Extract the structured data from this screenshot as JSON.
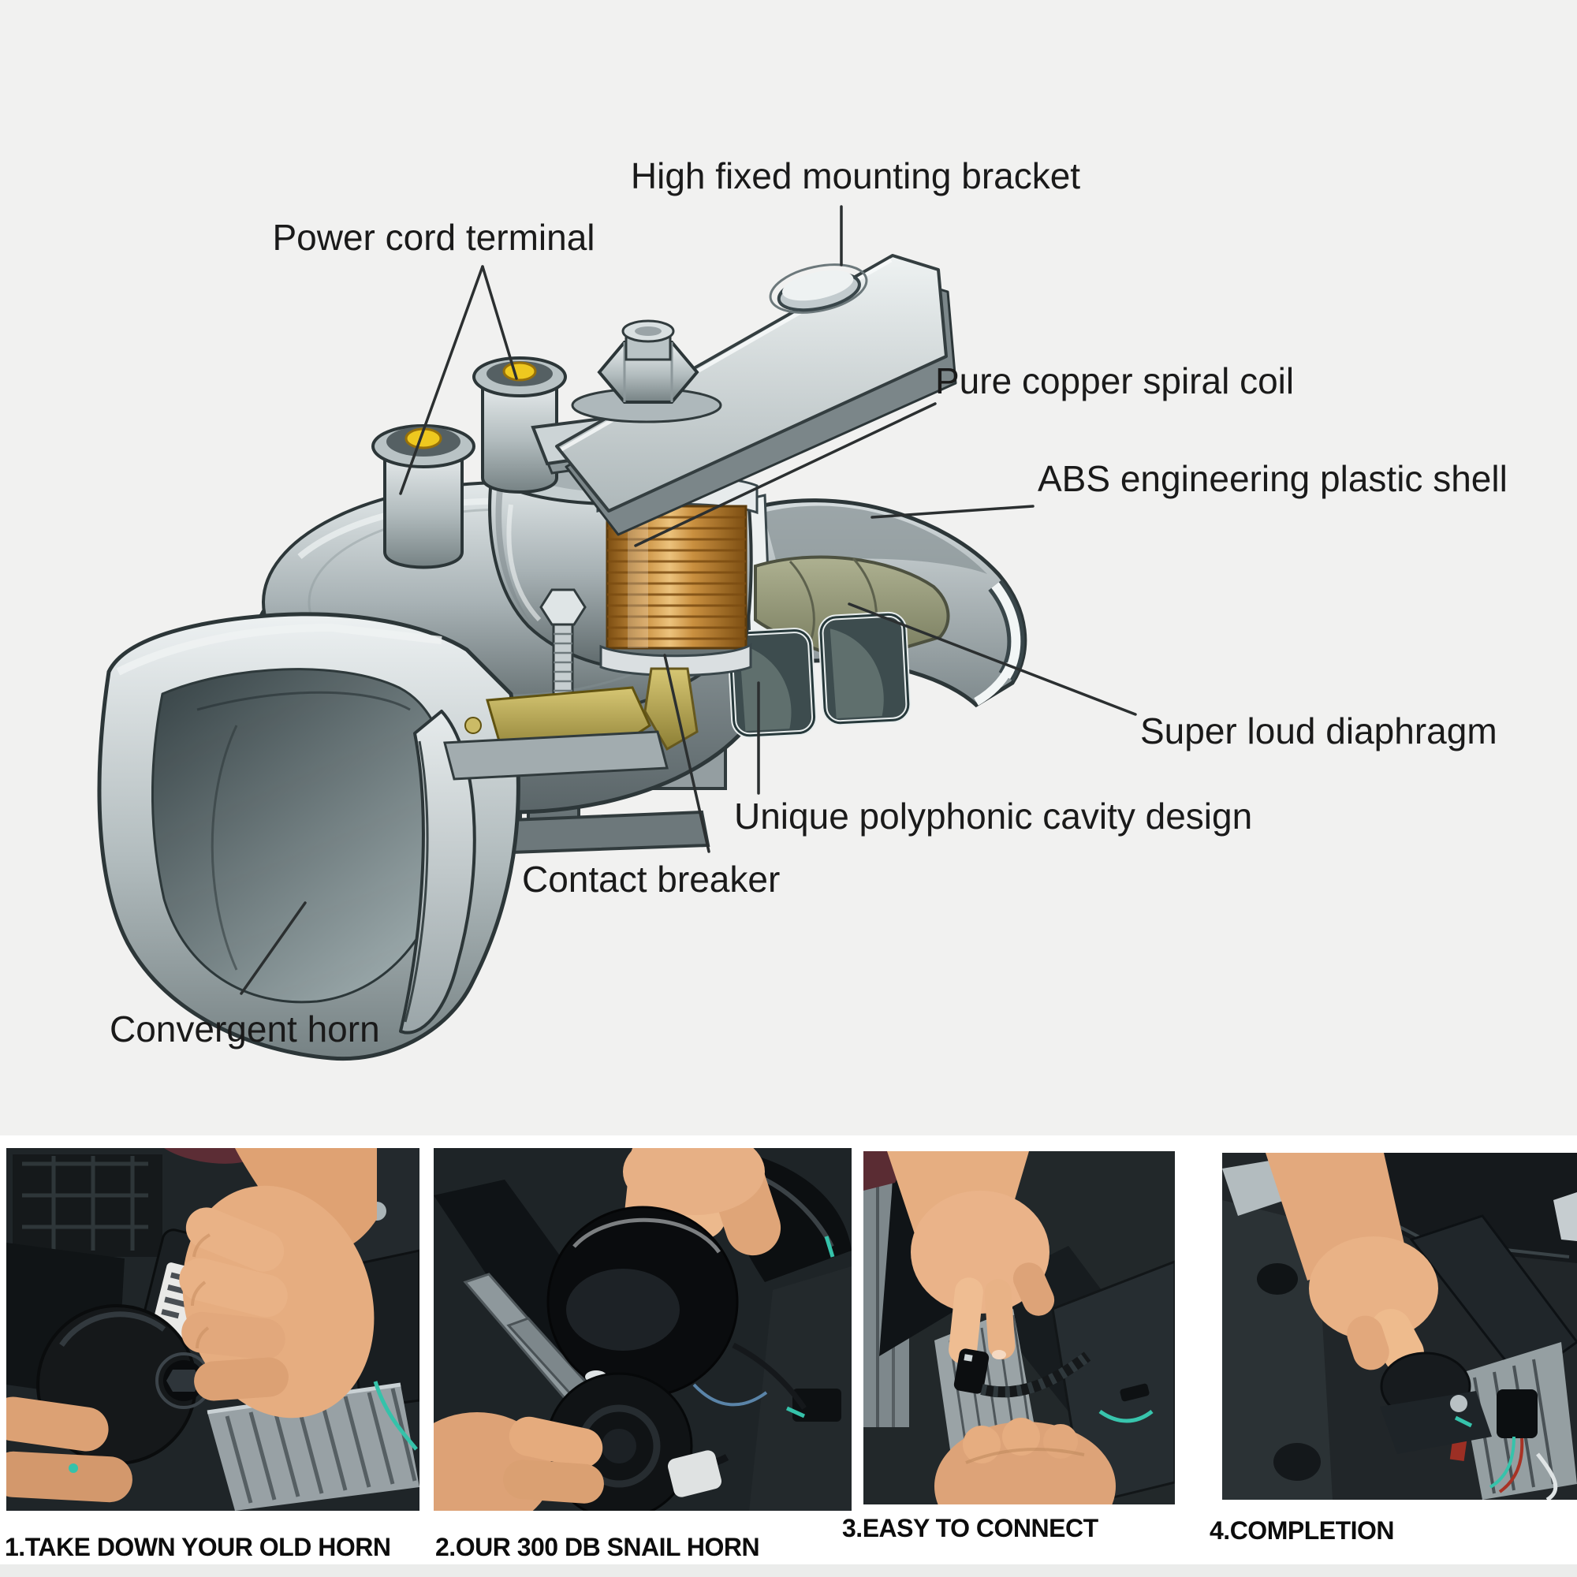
{
  "diagram": {
    "labels": [
      {
        "id": "high-fixed-mounting-bracket",
        "text": "High fixed mounting bracket"
      },
      {
        "id": "power-cord-terminal",
        "text": "Power cord terminal"
      },
      {
        "id": "pure-copper-spiral-coil",
        "text": "Pure copper spiral coil"
      },
      {
        "id": "abs-engineering-plastic-shell",
        "text": "ABS engineering plastic shell"
      },
      {
        "id": "super-loud-diaphragm",
        "text": "Super loud diaphragm"
      },
      {
        "id": "unique-polyphonic-cavity-design",
        "text": "Unique polyphonic cavity design"
      },
      {
        "id": "contact-breaker",
        "text": "Contact breaker"
      },
      {
        "id": "convergent-horn",
        "text": "Convergent horn"
      }
    ],
    "palette": {
      "background": "#f1f1f0",
      "label_text": "#1a1a1a",
      "leader_line": "#2b2f30",
      "metal_light": "#e3e9ea",
      "metal_dark": "#5c6769",
      "copper_coil": "#c5893a",
      "terminal_yellow": "#eec81f",
      "diaphragm_olive": "#8f927a",
      "brass": "#b5a964"
    }
  },
  "steps": {
    "captions": [
      "1.TAKE DOWN YOUR OLD HORN",
      "2.OUR 300 DB SNAIL HORN",
      "3.EASY TO CONNECT",
      "4.COMPLETION"
    ],
    "caption_color": "#0c0c0c",
    "photo_accent_teal": "#35c2aa",
    "photo_skin_tone": "#e6ad80"
  }
}
